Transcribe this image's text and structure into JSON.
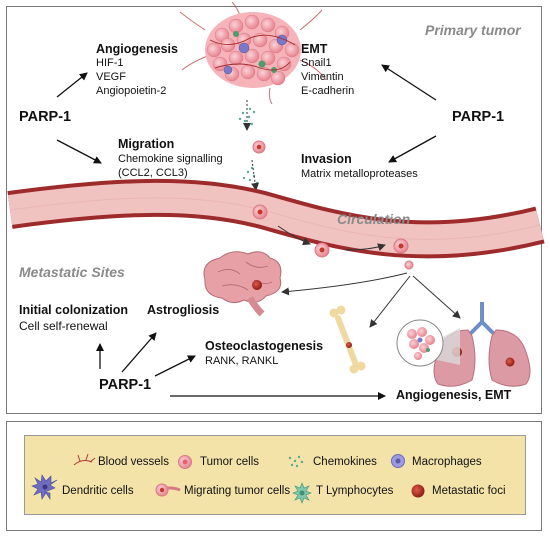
{
  "primary_tumor_label": "Primary tumor",
  "circulation_label": "Circulation",
  "metastatic_sites_label": "Metastatic Sites",
  "parp_left": "PARP-1",
  "parp_right": "PARP-1",
  "parp_bottom": "PARP-1",
  "angiogenesis": {
    "title": "Angiogenesis",
    "items": [
      "HIF-1",
      "VEGF",
      "Angiopoietin-2"
    ]
  },
  "migration": {
    "title": "Migration",
    "items": [
      "Chemokine signalling",
      "(CCL2, CCL3)"
    ]
  },
  "emt": {
    "title": "EMT",
    "items": [
      "Snail1",
      "Vimentin",
      "E-cadherin"
    ]
  },
  "invasion": {
    "title": "Invasion",
    "items": [
      "Matrix metalloproteases"
    ]
  },
  "initial_colonization": {
    "title": "Initial colonization",
    "items": [
      "Cell self-renewal"
    ]
  },
  "astrogliosis": "Astrogliosis",
  "osteoclastogenesis": {
    "title": "Osteoclastogenesis",
    "items": [
      "RANK, RANKL"
    ]
  },
  "angiogenesis_emt": "Angiogenesis, EMT",
  "legend": [
    {
      "label": "Blood vessels",
      "icon": "blood-vessels-icon"
    },
    {
      "label": "Tumor cells",
      "icon": "tumor-cell-icon"
    },
    {
      "label": "Chemokines",
      "icon": "chemokines-icon"
    },
    {
      "label": "Macrophages",
      "icon": "macrophage-icon"
    },
    {
      "label": "Dendritic cells",
      "icon": "dendritic-cell-icon"
    },
    {
      "label": "Migrating tumor cells",
      "icon": "migrating-tumor-cell-icon"
    },
    {
      "label": "T Lymphocytes",
      "icon": "t-lymphocyte-icon"
    },
    {
      "label": "Metastatic foci",
      "icon": "metastatic-foci-icon"
    }
  ],
  "colors": {
    "vessel_outer": "#9e2b2b",
    "vessel_inner": "#f0c3c0",
    "tumor_cell": "#f2a0a8",
    "metastatic_focus": "#c0392b",
    "legend_background": "#f3e3a8",
    "grey_label": "#8a8a8a"
  }
}
